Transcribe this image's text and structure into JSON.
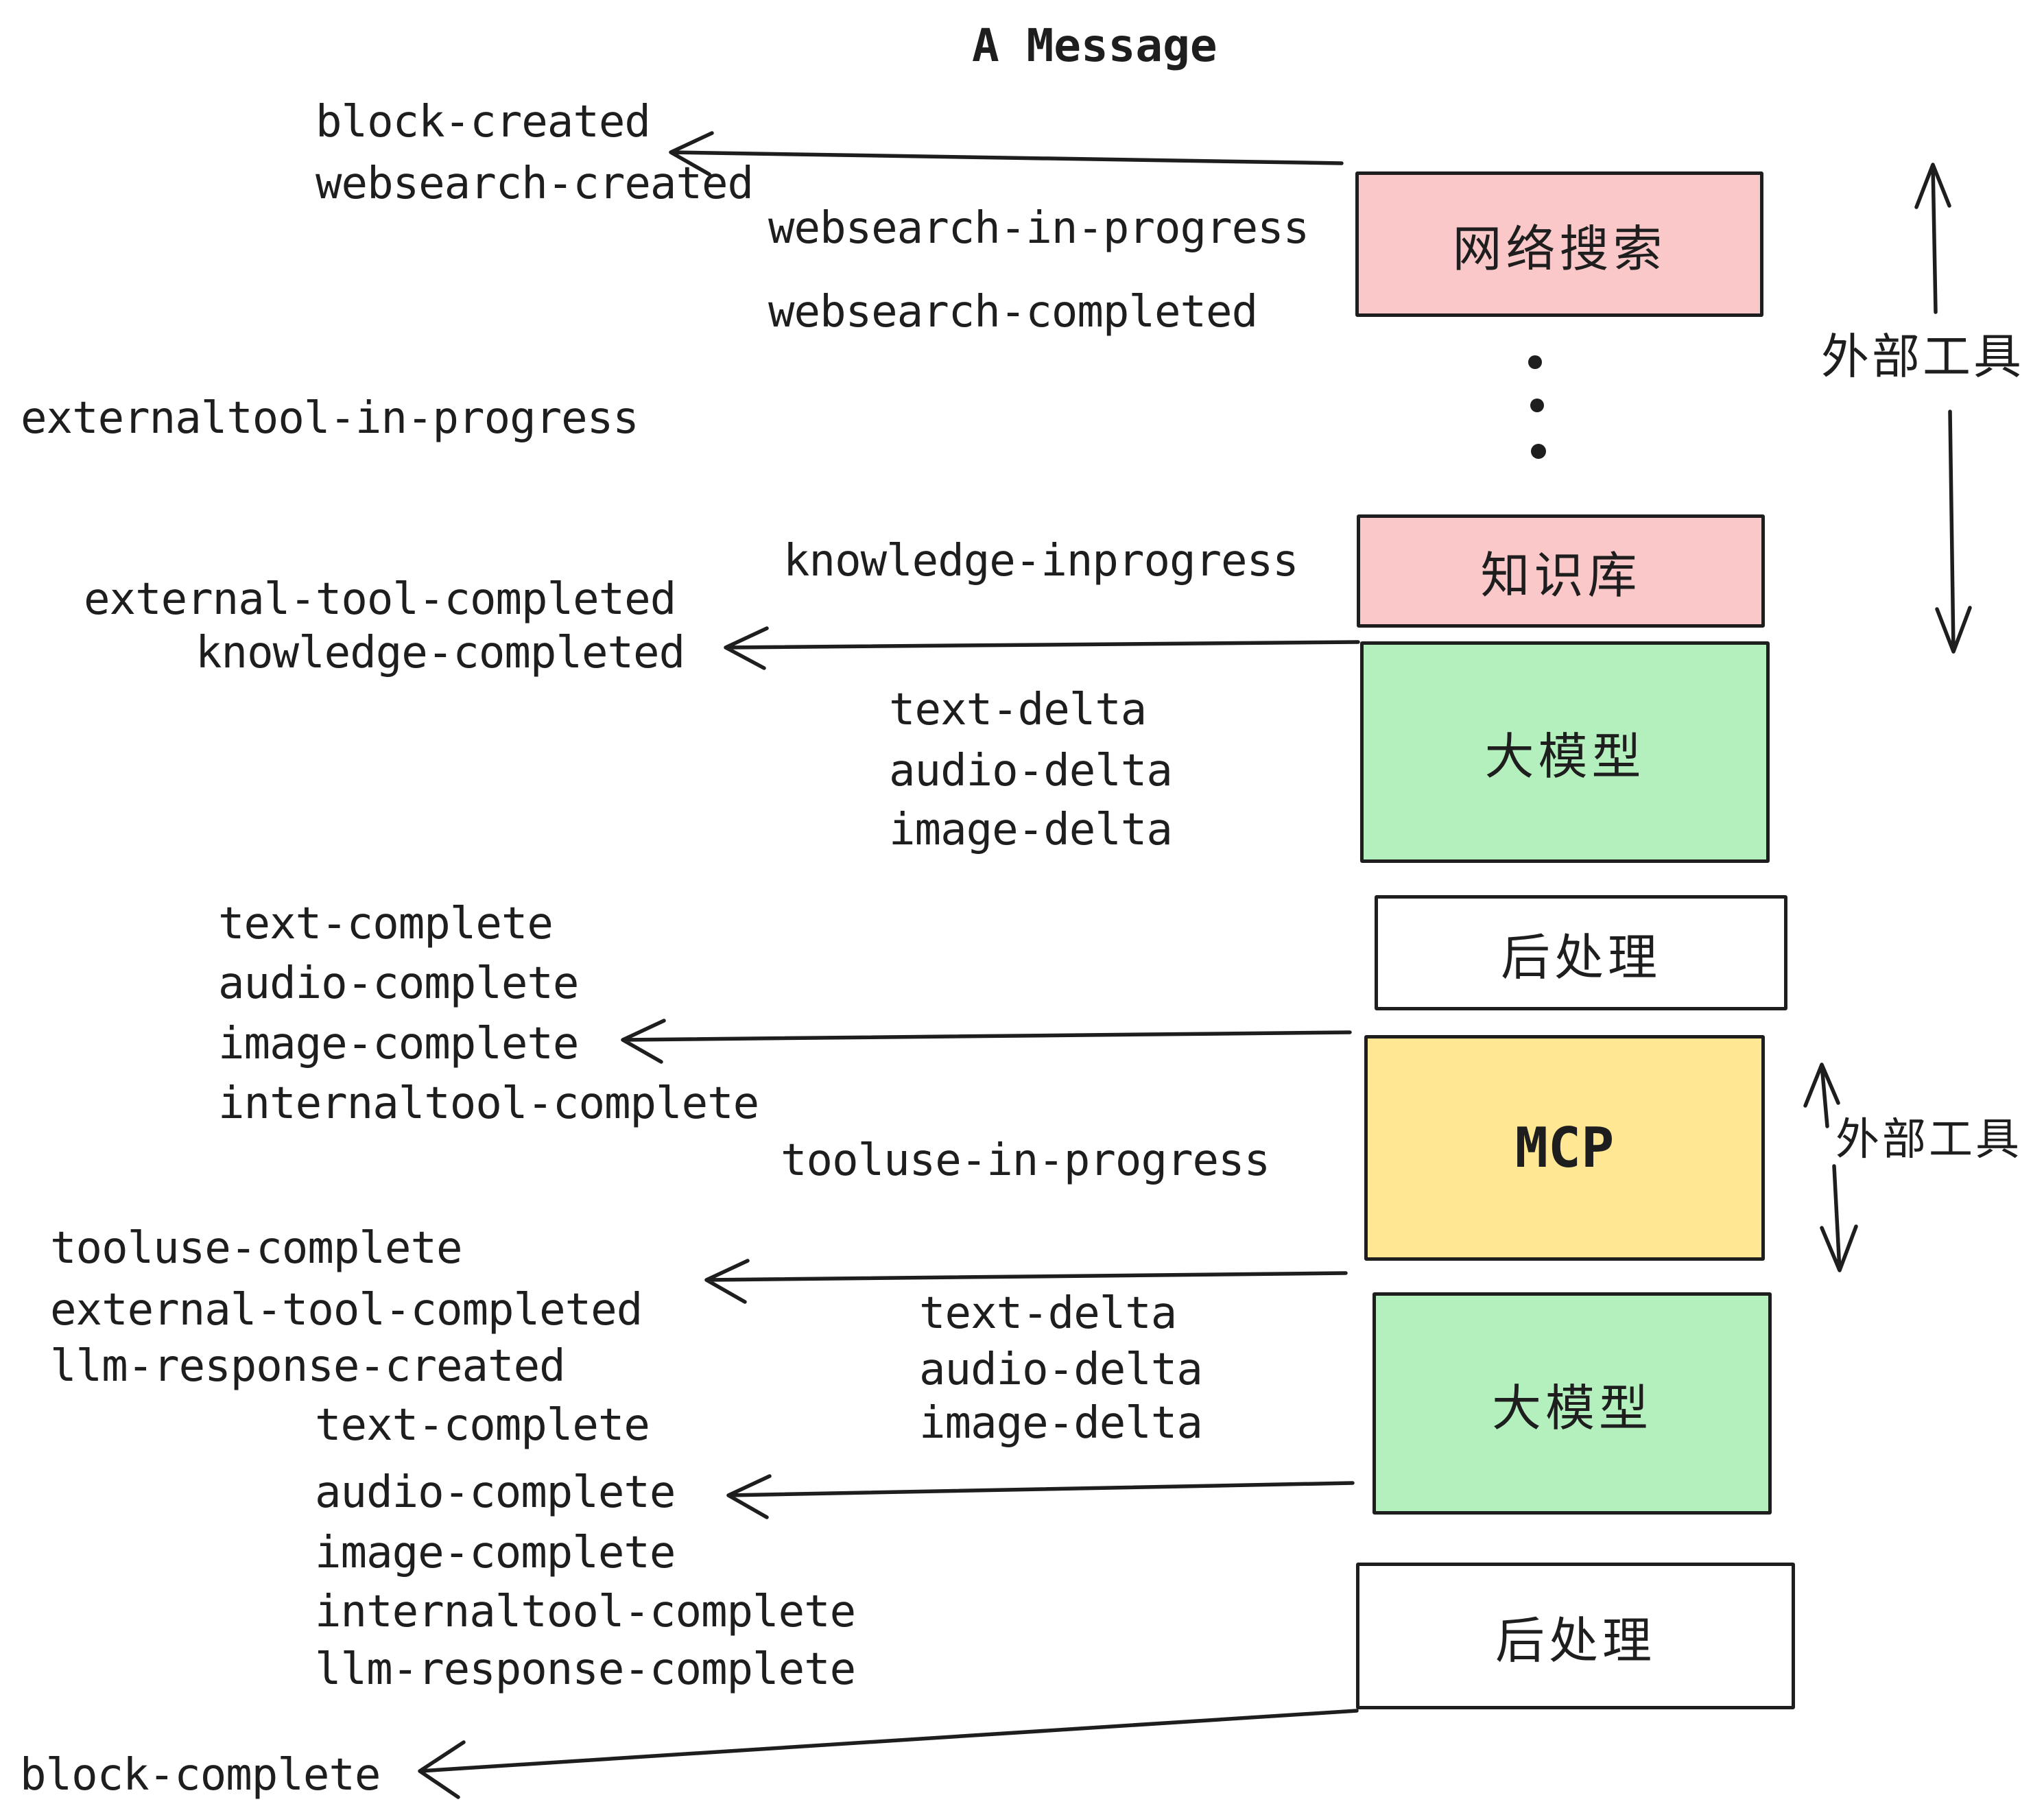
{
  "title": "A Message",
  "boxes": [
    {
      "name": "web-search",
      "label": "网络搜索",
      "fill": "#fac8c8"
    },
    {
      "name": "knowledge-base",
      "label": "知识库",
      "fill": "#fac8c8"
    },
    {
      "name": "llm-1",
      "label": "大模型",
      "fill": "#b4f0bd"
    },
    {
      "name": "post-process-1",
      "label": "后处理",
      "fill": "#ffffff"
    },
    {
      "name": "mcp",
      "label": "MCP",
      "fill": "#ffe793"
    },
    {
      "name": "llm-2",
      "label": "大模型",
      "fill": "#b4f0bd"
    },
    {
      "name": "post-process-2",
      "label": "后处理",
      "fill": "#ffffff"
    }
  ],
  "events": [
    {
      "id": "block-created",
      "text": "block-created"
    },
    {
      "id": "websearch-created",
      "text": "websearch-created"
    },
    {
      "id": "websearch-in-progress",
      "text": "websearch-in-progress"
    },
    {
      "id": "websearch-completed",
      "text": "websearch-completed"
    },
    {
      "id": "externaltool-in-progress",
      "text": "externaltool-in-progress"
    },
    {
      "id": "knowledge-inprogress",
      "text": "knowledge-inprogress"
    },
    {
      "id": "external-tool-completed",
      "text": "external-tool-completed"
    },
    {
      "id": "knowledge-completed",
      "text": "knowledge-completed"
    },
    {
      "id": "text-delta-1",
      "text": "text-delta"
    },
    {
      "id": "audio-delta-1",
      "text": "audio-delta"
    },
    {
      "id": "image-delta-1",
      "text": "image-delta"
    },
    {
      "id": "text-complete-1",
      "text": "text-complete"
    },
    {
      "id": "audio-complete-1",
      "text": "audio-complete"
    },
    {
      "id": "image-complete-1",
      "text": "image-complete"
    },
    {
      "id": "internaltool-complete-1",
      "text": "internaltool-complete"
    },
    {
      "id": "tooluse-in-progress",
      "text": "tooluse-in-progress"
    },
    {
      "id": "tooluse-complete",
      "text": "tooluse-complete"
    },
    {
      "id": "external-tool-completed-2",
      "text": "external-tool-completed"
    },
    {
      "id": "llm-response-created",
      "text": "llm-response-created"
    },
    {
      "id": "text-delta-2",
      "text": "text-delta"
    },
    {
      "id": "audio-delta-2",
      "text": "audio-delta"
    },
    {
      "id": "image-delta-2",
      "text": "image-delta"
    },
    {
      "id": "text-complete-2",
      "text": "text-complete"
    },
    {
      "id": "audio-complete-2",
      "text": "audio-complete"
    },
    {
      "id": "image-complete-2",
      "text": "image-complete"
    },
    {
      "id": "internaltool-complete-2",
      "text": "internaltool-complete"
    },
    {
      "id": "llm-response-complete",
      "text": "llm-response-complete"
    },
    {
      "id": "block-complete",
      "text": "block-complete"
    }
  ],
  "annotations": {
    "external_tools_top": "外部工具",
    "external_tools_mcp": "外部工具"
  },
  "colors": {
    "ink": "#1e1e1e",
    "box_pink": "#fac8c8",
    "box_green": "#b4f0bd",
    "box_yellow": "#ffe793",
    "box_white": "#ffffff",
    "background": "#ffffff"
  }
}
